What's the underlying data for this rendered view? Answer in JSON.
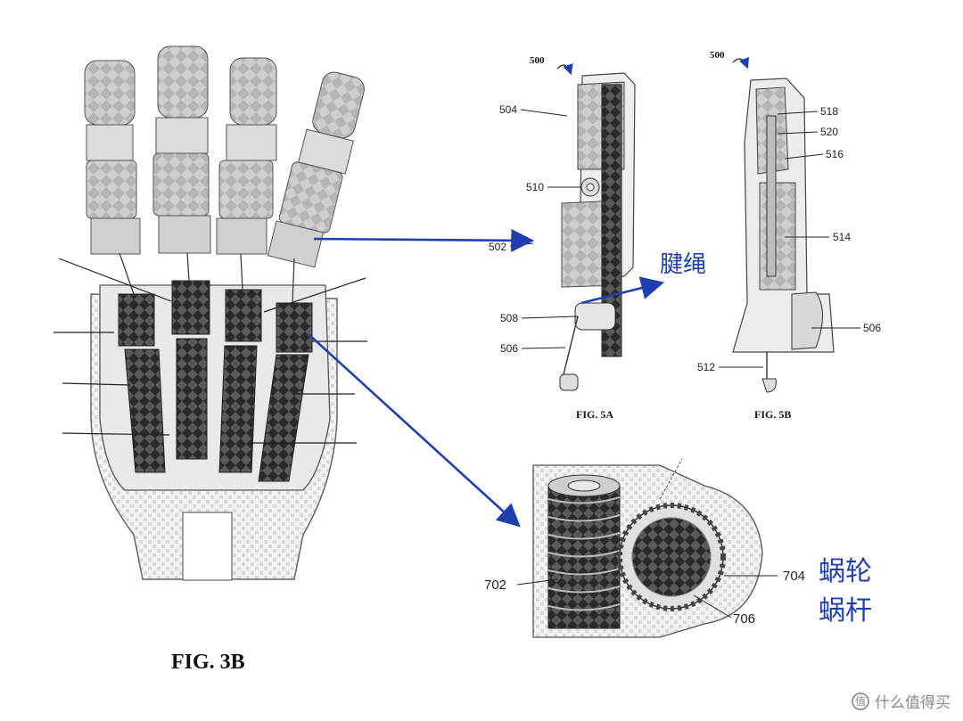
{
  "figure_labels": {
    "fig3b": "FIG. 3B",
    "fig5a": "FIG. 5A",
    "fig5b": "FIG. 5B"
  },
  "fig5a": {
    "ref": "500",
    "parts": [
      "504",
      "510",
      "502",
      "508",
      "506"
    ]
  },
  "fig5b": {
    "ref": "500",
    "parts": [
      "518",
      "520",
      "516",
      "514",
      "506",
      "512"
    ]
  },
  "fig7": {
    "parts": [
      "702",
      "704",
      "706"
    ]
  },
  "annotations": {
    "tendon": "腱绳",
    "worm_gear": "蜗轮",
    "worm_screw": "蜗杆"
  },
  "watermark": {
    "icon_text": "值",
    "text": "什么值得买"
  },
  "colors": {
    "arrow": "#1f3fae",
    "outline": "#4a4a4a",
    "shade_dark": "#3a3a3a",
    "shade_light": "#d8d8d8"
  }
}
